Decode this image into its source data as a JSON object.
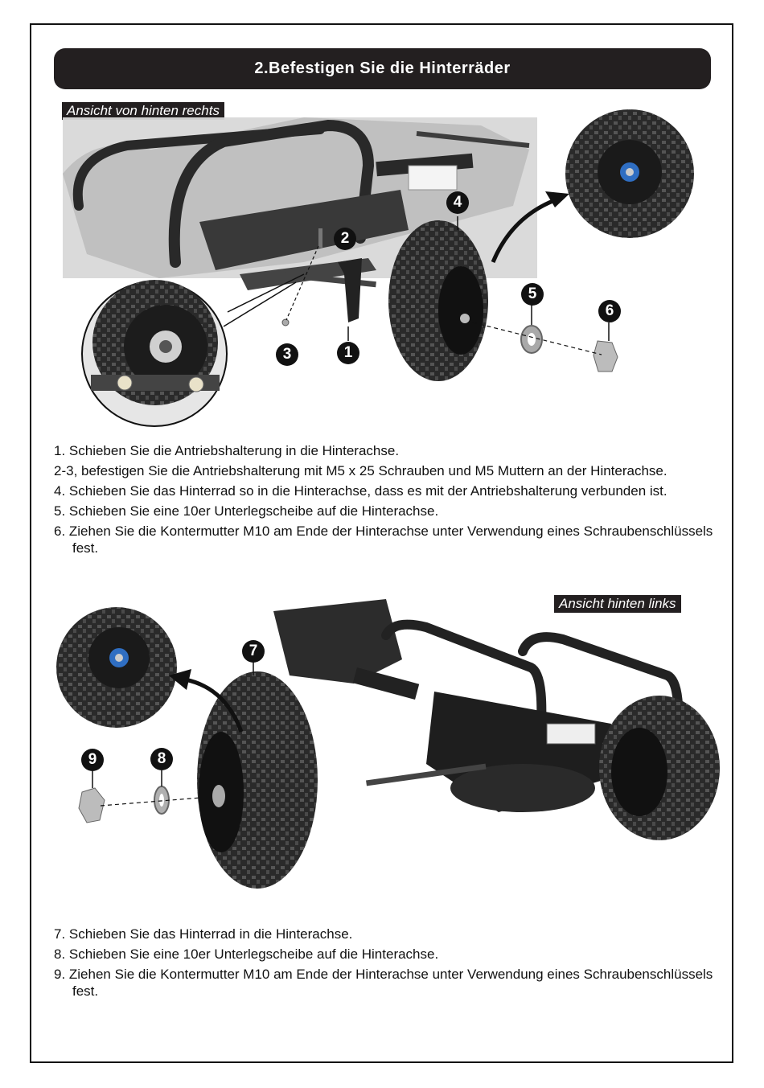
{
  "header": {
    "title": "2.Befestigen Sie die Hinterräder"
  },
  "figure_top": {
    "view_label": "Ansicht von hinten rechts",
    "callouts": [
      "1",
      "2",
      "3",
      "4",
      "5",
      "6"
    ]
  },
  "steps_top": [
    "1. Schieben Sie die Antriebshalterung in die Hinterachse.",
    "2-3, befestigen Sie die Antriebshalterung mit M5 x 25 Schrauben und M5 Muttern an der Hinterachse.",
    "4. Schieben Sie das Hinterrad so in die Hinterachse, dass es mit der Antriebshalterung verbunden ist.",
    "5. Schieben Sie eine 10er Unterlegscheibe auf die Hinterachse.",
    "6. Ziehen Sie die Kontermutter M10 am Ende der Hinterachse unter Verwendung eines Schraubenschlüssels fest."
  ],
  "figure_bottom": {
    "view_label": "Ansicht hinten links",
    "callouts": [
      "7",
      "8",
      "9"
    ]
  },
  "steps_bottom": [
    "7. Schieben Sie das Hinterrad in die Hinterachse.",
    "8. Schieben Sie eine 10er Unterlegscheibe auf die Hinterachse.",
    "9. Ziehen Sie die Kontermutter M10 am Ende der Hinterachse unter Verwendung eines Schraubenschlüssels fest."
  ]
}
